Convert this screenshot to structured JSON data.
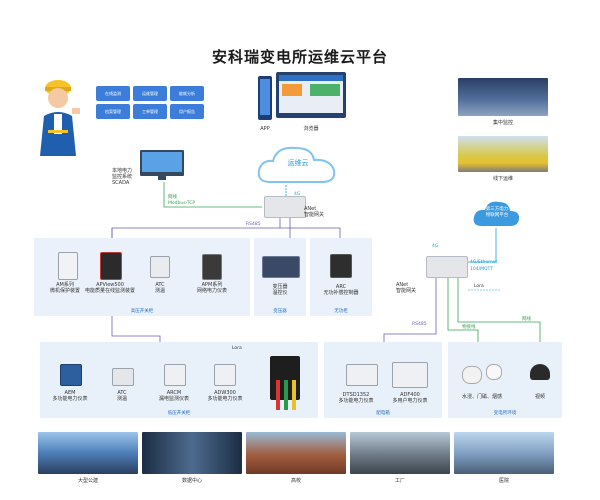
{
  "title": "安科瑞变电所运维云平台",
  "worker": {
    "modules": [
      "在线监测",
      "运维管理",
      "能耗分析",
      "档案管理",
      "工单管理",
      "用户报告"
    ]
  },
  "apps": {
    "app_label": "APP",
    "browser_label": "浏览器"
  },
  "right_photos": {
    "center_label": "集中监控",
    "vehicle_label": "线下运维"
  },
  "cloud": {
    "label": "运维云",
    "third_party": [
      "第三方电力",
      "物联网平台"
    ]
  },
  "scada": {
    "lines": [
      "本地电力",
      "监控系统",
      "SCADA"
    ]
  },
  "protocols": {
    "modbus_top": "网线",
    "modbus_tcp": "Modbus-TCP",
    "rs485_top": "RS485",
    "four_g": "4G",
    "four_g_eth": [
      "4G/Ethernet",
      "104/MQTT"
    ],
    "rs485_right": "RS485",
    "lora": "Lora",
    "net_line1": "物接线",
    "net_line2": "网线",
    "lora_small": "Lora"
  },
  "gateway_top": {
    "name": "ANet",
    "desc": "智能网关"
  },
  "gateway_right": {
    "name": "ANet",
    "desc": "智能网关"
  },
  "hv_devices": [
    {
      "name": "AM系列",
      "desc": "微机保护装置"
    },
    {
      "name": "APView500",
      "desc": "电能质量在线监测装置"
    },
    {
      "name": "ATC",
      "desc": "测温"
    },
    {
      "name": "APM系列",
      "desc": "网络电力仪表"
    }
  ],
  "hv_section": "高压开关柜",
  "tr_device": {
    "name": "变压器",
    "desc": "温控仪"
  },
  "tr_section": "变压器",
  "arc_device": {
    "name": "ARC",
    "desc": "无功补偿控制器"
  },
  "arc_section": "无功柜",
  "lv_devices": [
    {
      "name": "AEM",
      "desc": "多功能电力仪表"
    },
    {
      "name": "ATC",
      "desc": "测温"
    },
    {
      "name": "ARCM",
      "desc": "漏电监测仪表"
    },
    {
      "name": "ADW300",
      "desc": "多功能电力仪表"
    }
  ],
  "lv_section": "低压开关柜",
  "dist_devices": [
    {
      "name": "DTSD1352",
      "desc": "多功能电力仪表"
    },
    {
      "name": "ADF400",
      "desc": "多用户电力仪表"
    }
  ],
  "dist_section": "配电箱",
  "env_devices": [
    {
      "name": "水浸、门磁、烟感",
      "desc": ""
    },
    {
      "name": "视频",
      "desc": ""
    }
  ],
  "env_section": "变电所环境",
  "bottom_photos": [
    "大型公建",
    "数据中心",
    "高校",
    "工厂",
    "医院"
  ],
  "colors": {
    "blue": "#3b7dd8",
    "green": "#3aa35a",
    "purple": "#6b5fb5",
    "cyan": "#23a0d8",
    "panel": "#eaf1fa"
  }
}
